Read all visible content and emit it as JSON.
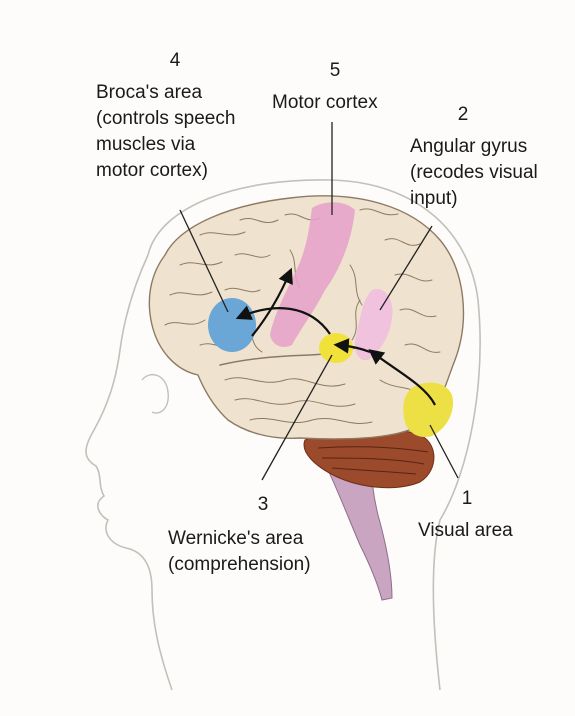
{
  "labels": {
    "broca": {
      "number": "4",
      "line1": "Broca's area",
      "line2": "(controls speech",
      "line3": "muscles via",
      "line4": "motor cortex)"
    },
    "motor": {
      "number": "5",
      "line1": "Motor cortex"
    },
    "angular": {
      "number": "2",
      "line1": "Angular gyrus",
      "line2": "(recodes visual",
      "line3": "input)"
    },
    "wernicke": {
      "number": "3",
      "line1": "Wernicke's area",
      "line2": "(comprehension)"
    },
    "visual": {
      "number": "1",
      "line1": "Visual area"
    }
  },
  "colors": {
    "brain": "#efe3cf",
    "gyri": "#8d7a64",
    "broca": "#6aa6d6",
    "motor": "#e7a3c9",
    "angular": "#efc0dd",
    "wernicke": "#f0e23a",
    "visual": "#ece045",
    "cerebellum": "#9b4a2c",
    "brainstem": "#c9a5c2",
    "outline": "#bdbab4"
  }
}
